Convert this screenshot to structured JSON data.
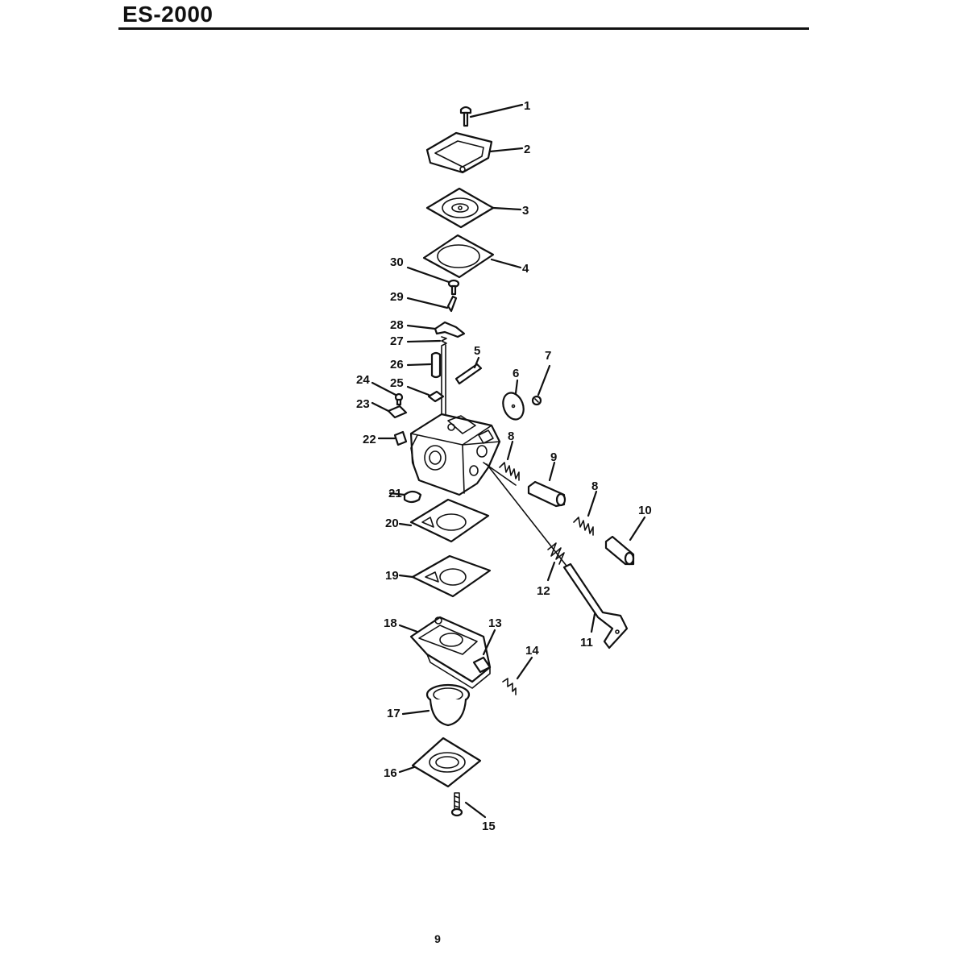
{
  "header": {
    "title": "ES-2000"
  },
  "footer": {
    "page_number": "9"
  },
  "callouts": {
    "c1": "1",
    "c2": "2",
    "c3": "3",
    "c4": "4",
    "c5": "5",
    "c6": "6",
    "c7": "7",
    "c8a": "8",
    "c8b": "8",
    "c9": "9",
    "c10": "10",
    "c11": "11",
    "c12": "12",
    "c13": "13",
    "c14": "14",
    "c15": "15",
    "c16": "16",
    "c17": "17",
    "c18": "18",
    "c19": "19",
    "c20": "20",
    "c21": "21",
    "c22": "22",
    "c23": "23",
    "c24": "24",
    "c25": "25",
    "c26": "26",
    "c27": "27",
    "c28": "28",
    "c29": "29",
    "c30": "30"
  }
}
